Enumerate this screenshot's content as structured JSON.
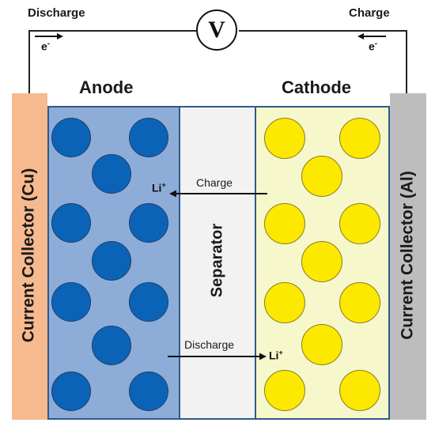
{
  "circuit": {
    "discharge_label": "Discharge",
    "charge_label": "Charge",
    "voltmeter_symbol": "V",
    "electron_left": "e",
    "electron_right": "e",
    "electron_sign": "-"
  },
  "regions": {
    "anode_label": "Anode",
    "cathode_label": "Cathode",
    "separator_label": "Separator",
    "left_collector_label": "Current Collector (Cu)",
    "right_collector_label": "Current Collector (Al)"
  },
  "ion_flow": {
    "charge_label": "Charge",
    "discharge_label": "Discharge",
    "ion_left": "Li",
    "ion_right": "Li",
    "ion_charge": "+"
  },
  "colors": {
    "left_collector": "#f7b98e",
    "anode": "#8eacd8",
    "separator": "#f2f2f2",
    "cathode": "#f7f7cc",
    "right_collector": "#bdbdbd",
    "anode_particle": "#0b63b8",
    "cathode_particle": "#fde800"
  }
}
